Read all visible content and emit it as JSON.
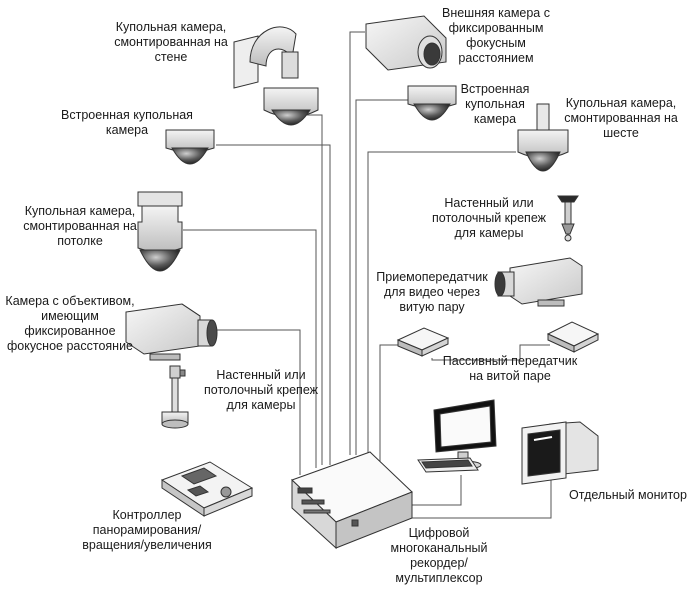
{
  "labels": {
    "wall_dome": [
      "Купольная камера,",
      "смонтированная на",
      "стене"
    ],
    "external_fixed": [
      "Внешняя камера с",
      "фиксированным",
      "фокусным",
      "расстоянием"
    ],
    "builtin_dome_left": [
      "Встроенная купольная",
      "камера"
    ],
    "builtin_dome_right": [
      "Встроенная",
      "купольная",
      "камера"
    ],
    "pole_dome": [
      "Купольная камера,",
      "смонтированная на",
      "шесте"
    ],
    "ceiling_dome": [
      "Купольная камера,",
      "смонтированная на",
      "потолке"
    ],
    "mount_right": [
      "Настенный или",
      "потолочный крепеж",
      "для камеры"
    ],
    "fixed_lens": [
      "Камера с объективом,",
      "имеющим",
      "фиксированное",
      "фокусное расстояние"
    ],
    "mount_left": [
      "Настенный или",
      "потолочный крепеж",
      "для камеры"
    ],
    "transceiver": [
      "Приемопередатчик",
      "для видео через",
      "витую пару"
    ],
    "passive_tx": [
      "Пассивный передатчик",
      "на витой паре"
    ],
    "ptz_controller": [
      "Контроллер",
      "панорамирования/",
      "вращения/увеличения"
    ],
    "dvr": [
      "Цифровой",
      "многоканальный",
      "рекордер/",
      "мультиплексор"
    ],
    "monitor": [
      "Отдельный монитор"
    ]
  }
}
